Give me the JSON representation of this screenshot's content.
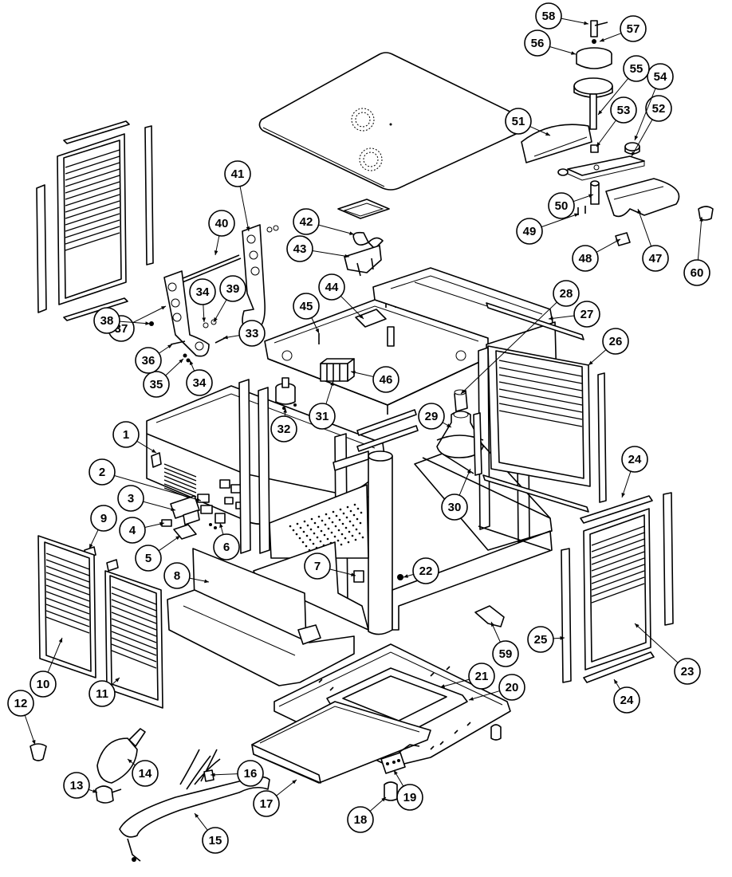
{
  "callouts": [
    {
      "label": "1"
    },
    {
      "label": "2"
    },
    {
      "label": "3"
    },
    {
      "label": "4"
    },
    {
      "label": "5"
    },
    {
      "label": "6"
    },
    {
      "label": "7"
    },
    {
      "label": "8"
    },
    {
      "label": "9"
    },
    {
      "label": "10"
    },
    {
      "label": "11"
    },
    {
      "label": "12"
    },
    {
      "label": "13"
    },
    {
      "label": "14"
    },
    {
      "label": "15"
    },
    {
      "label": "16"
    },
    {
      "label": "17"
    },
    {
      "label": "18"
    },
    {
      "label": "19"
    },
    {
      "label": "20"
    },
    {
      "label": "21"
    },
    {
      "label": "22"
    },
    {
      "label": "23"
    },
    {
      "label": "24"
    },
    {
      "label": "24"
    },
    {
      "label": "25"
    },
    {
      "label": "26"
    },
    {
      "label": "27"
    },
    {
      "label": "28"
    },
    {
      "label": "29"
    },
    {
      "label": "30"
    },
    {
      "label": "31"
    },
    {
      "label": "32"
    },
    {
      "label": "33"
    },
    {
      "label": "34"
    },
    {
      "label": "34"
    },
    {
      "label": "35"
    },
    {
      "label": "36"
    },
    {
      "label": "37"
    },
    {
      "label": "38"
    },
    {
      "label": "39"
    },
    {
      "label": "40"
    },
    {
      "label": "41"
    },
    {
      "label": "42"
    },
    {
      "label": "43"
    },
    {
      "label": "44"
    },
    {
      "label": "45"
    },
    {
      "label": "46"
    },
    {
      "label": "47"
    },
    {
      "label": "48"
    },
    {
      "label": "49"
    },
    {
      "label": "50"
    },
    {
      "label": "51"
    },
    {
      "label": "52"
    },
    {
      "label": "53"
    },
    {
      "label": "54"
    },
    {
      "label": "55"
    },
    {
      "label": "56"
    },
    {
      "label": "57"
    },
    {
      "label": "58"
    },
    {
      "label": "59"
    },
    {
      "label": "60"
    }
  ]
}
